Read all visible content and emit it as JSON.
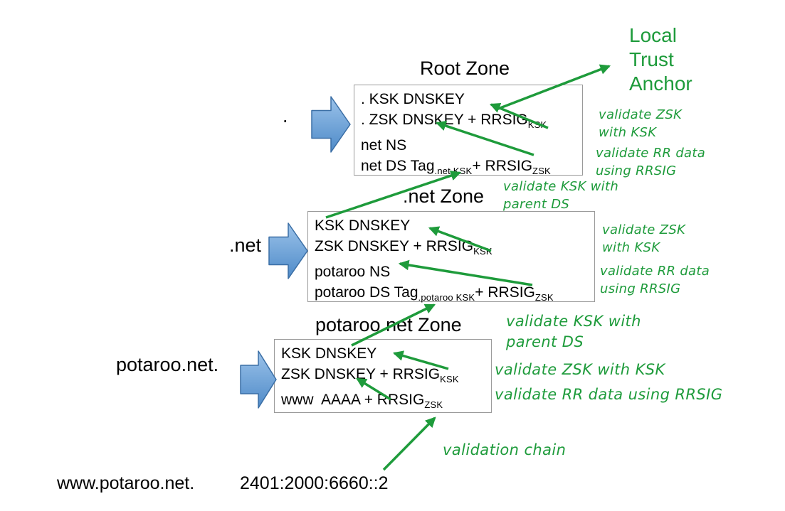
{
  "trust_anchor": {
    "lines": [
      "Local",
      "Trust",
      "Anchor"
    ]
  },
  "zones": [
    {
      "title": "Root Zone",
      "label": ".",
      "records": [
        {
          "parts": [
            ". KSK DNSKEY"
          ]
        },
        {
          "parts": [
            ". ZSK DNSKEY + RRSIG",
            "KSK"
          ]
        },
        {
          "parts": [
            "net NS"
          ]
        },
        {
          "parts": [
            "net DS Tag",
            ".net KSK",
            "+ RRSIG",
            "ZSK"
          ]
        }
      ],
      "annotations": [
        {
          "lines": [
            "validate ZSK",
            "with KSK"
          ]
        },
        {
          "lines": [
            "validate RR data",
            "using RRSIG"
          ]
        },
        {
          "lines": [
            "validate KSK with",
            "parent DS"
          ]
        }
      ]
    },
    {
      "title": ".net Zone",
      "label": ".net",
      "records": [
        {
          "parts": [
            "KSK DNSKEY"
          ]
        },
        {
          "parts": [
            "ZSK DNSKEY + RRSIG",
            "KSK"
          ]
        },
        {
          "parts": [
            "potaroo NS"
          ]
        },
        {
          "parts": [
            "potaroo DS Tag",
            ".potaroo KSK",
            "+ RRSIG",
            "ZSK"
          ]
        }
      ],
      "annotations": [
        {
          "lines": [
            "validate ZSK",
            "with KSK"
          ]
        },
        {
          "lines": [
            "validate RR data",
            "using RRSIG"
          ]
        },
        {
          "lines": [
            "validate KSK with",
            "parent DS"
          ]
        }
      ]
    },
    {
      "title": "potaroo.net Zone",
      "label": "potaroo.net.",
      "records": [
        {
          "parts": [
            "KSK DNSKEY"
          ]
        },
        {
          "parts": [
            "ZSK DNSKEY + RRSIG",
            "KSK"
          ]
        },
        {
          "parts": [
            "www  AAAA + RRSIG",
            "ZSK"
          ]
        }
      ],
      "annotations": [
        {
          "lines": [
            "validate ZSK with KSK"
          ]
        },
        {
          "lines": [
            "validate RR data using RRSIG"
          ]
        },
        {
          "lines": [
            "validation chain"
          ]
        }
      ]
    }
  ],
  "footer": {
    "host": "www.potaroo.net.",
    "address": "2401:2000:6660::2"
  },
  "colors": {
    "annotation_green": "#1E9B3B",
    "block_arrow_light": "#9CC3EA",
    "block_arrow_dark": "#4E8AC8",
    "block_arrow_border": "#3A6EA5"
  }
}
